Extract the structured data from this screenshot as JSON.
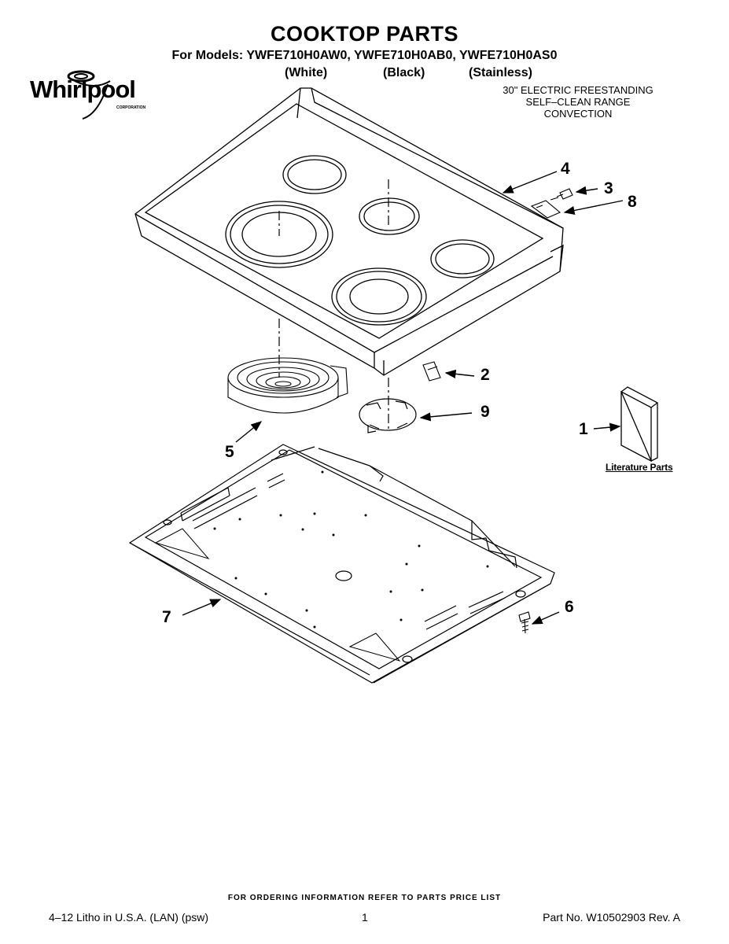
{
  "header": {
    "title": "COOKTOP PARTS",
    "models_line": "For Models: YWFE710H0AW0, YWFE710H0AB0, YWFE710H0AS0",
    "variants": [
      "(White)",
      "(Black)",
      "(Stainless)"
    ]
  },
  "brand": {
    "logo_text": "Whirlpool",
    "logo_subtext": "CORPORATION"
  },
  "product_description": [
    "30\" ELECTRIC FREESTANDING",
    "SELF–CLEAN RANGE",
    "CONVECTION"
  ],
  "callouts": [
    "1",
    "2",
    "3",
    "4",
    "5",
    "6",
    "7",
    "8",
    "9"
  ],
  "literature_label": "Literature Parts",
  "footer": {
    "order_note": "FOR ORDERING INFORMATION REFER TO PARTS PRICE LIST",
    "print_info": "4–12 Litho in U.S.A. (LAN) (psw)",
    "page_number": "1",
    "part_number": "Part No. W10502903 Rev. A"
  }
}
